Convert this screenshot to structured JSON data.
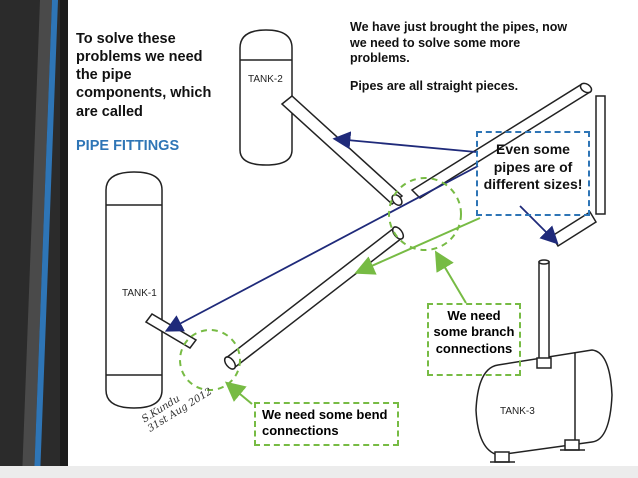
{
  "text": {
    "intro": "To solve these problems we need the pipe components, which are called",
    "pipe_fittings": "PIPE FITTINGS",
    "top_line1": "We have just brought the pipes, now we need to solve some more problems.",
    "top_line2": "Pipes are all straight pieces.",
    "sizes_box": "Even some pipes are of different sizes!",
    "branch_box": "We need some branch connections",
    "bend_box": "We need some bend connections"
  },
  "labels": {
    "tank1": "TANK-1",
    "tank2": "TANK-2",
    "tank3": "TANK-3"
  },
  "signature": {
    "line1": "S.Kundu",
    "line2": "31st Aug 2012"
  },
  "colors": {
    "accent_blue": "#2e75b6",
    "arrow_navy": "#1f2a7a",
    "green": "#77bb44",
    "sidebar_dark": "#2b2b2b"
  }
}
